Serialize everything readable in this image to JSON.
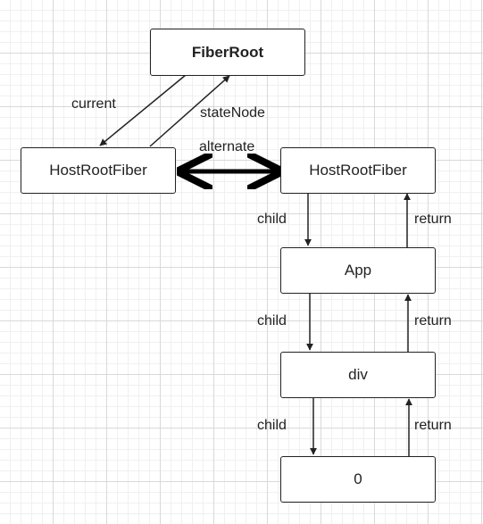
{
  "nodes": {
    "fiber_root": "FiberRoot",
    "host_root_left": "HostRootFiber",
    "host_root_right": "HostRootFiber",
    "app": "App",
    "div": "div",
    "text": "0"
  },
  "edge_labels": {
    "current": "current",
    "state_node": "stateNode",
    "alternate": "alternate",
    "child_1": "child",
    "return_1": "return",
    "child_2": "child",
    "return_2": "return",
    "child_3": "child",
    "return_3": "return"
  }
}
